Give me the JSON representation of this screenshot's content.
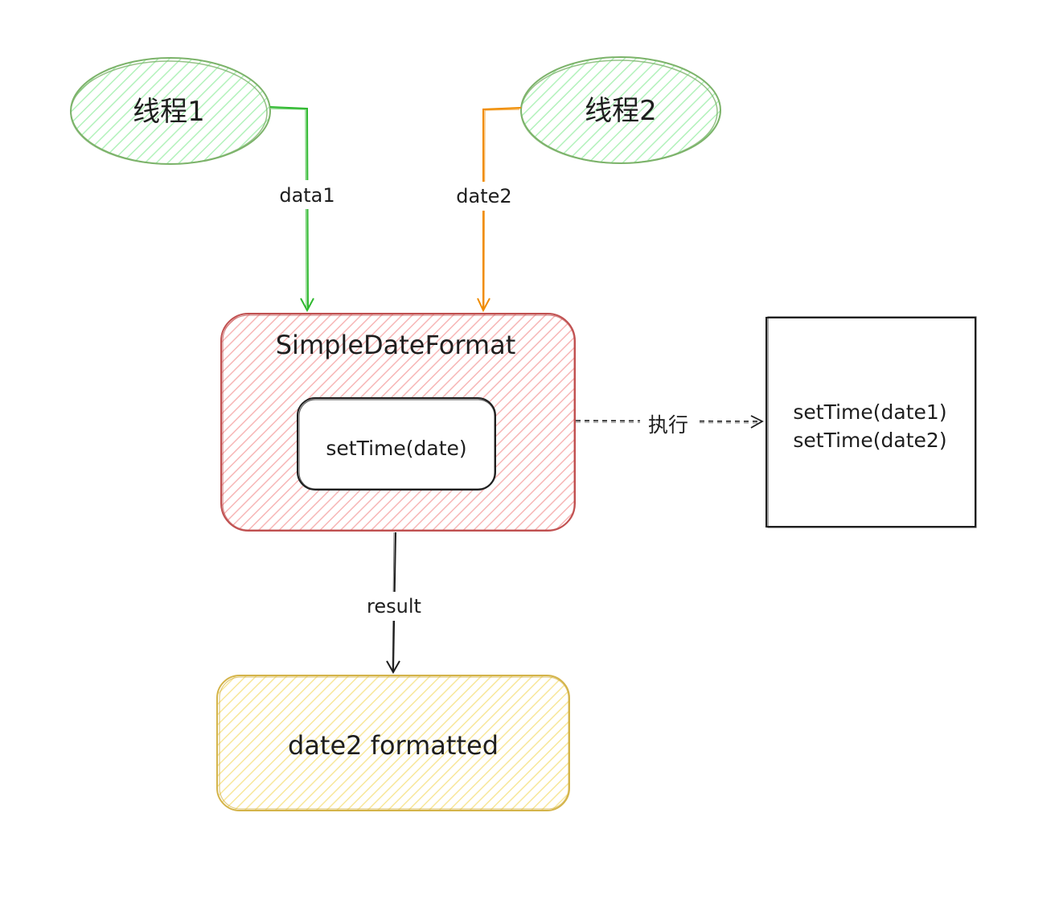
{
  "nodes": {
    "thread1": {
      "label": "线程1"
    },
    "thread2": {
      "label": "线程2"
    },
    "sdf": {
      "title": "SimpleDateFormat",
      "inner_label": "setTime(date)"
    },
    "exec_box": {
      "line1": "setTime(date1)",
      "line2": "setTime(date2)"
    },
    "result_box": {
      "label": "date2 formatted"
    }
  },
  "edges": {
    "thread1_to_sdf": {
      "label": "data1"
    },
    "thread2_to_sdf": {
      "label": "date2"
    },
    "sdf_to_exec": {
      "label": "执行"
    },
    "sdf_to_result": {
      "label": "result"
    }
  },
  "colors": {
    "thread_fill": "#b2f2bb",
    "thread_stroke": "#6aa84f",
    "edge1": "#2fb92f",
    "edge2": "#f08c00",
    "sdf_fill": "#ffc9c9",
    "sdf_stroke": "#c05050",
    "result_fill": "#ffec99",
    "result_stroke": "#d4b44a",
    "ink": "#1e1e1e"
  }
}
